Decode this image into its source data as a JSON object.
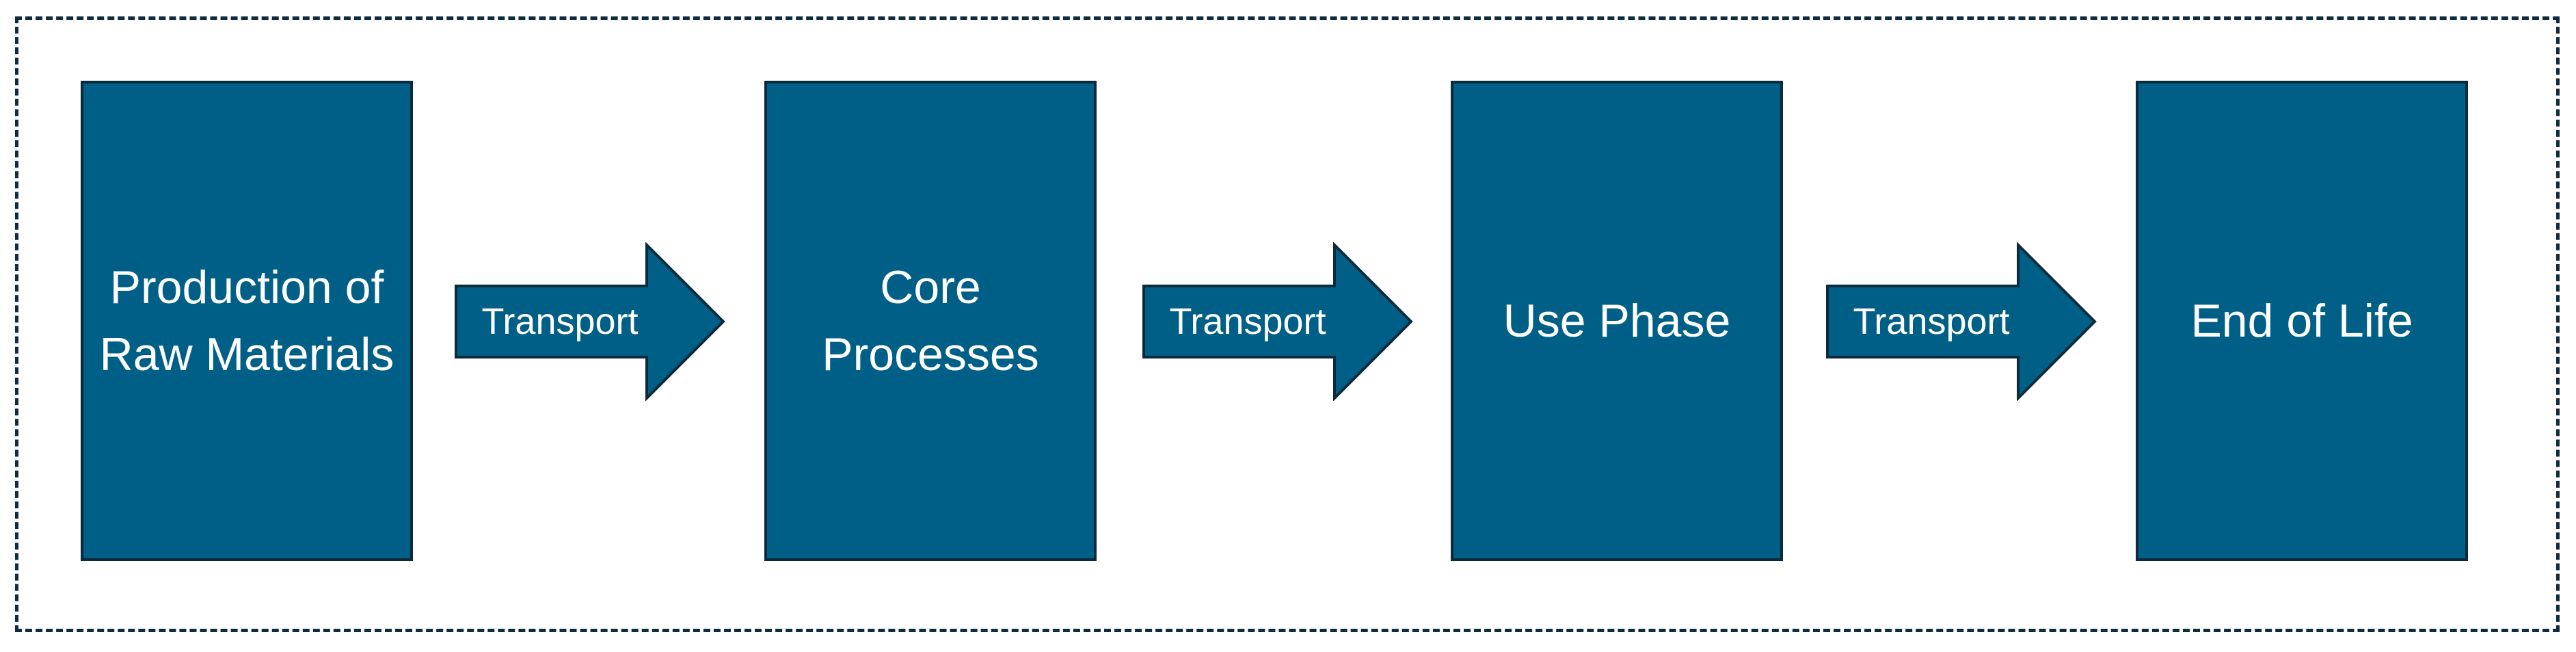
{
  "diagram": {
    "stages": [
      {
        "label": "Production of Raw Materials"
      },
      {
        "label": "Core Processes"
      },
      {
        "label": "Use Phase"
      },
      {
        "label": "End of Life"
      }
    ],
    "connectors": [
      {
        "label": "Transport"
      },
      {
        "label": "Transport"
      },
      {
        "label": "Transport"
      }
    ]
  },
  "colors": {
    "box_fill": "#005f86",
    "box_border": "#0b2b3c",
    "frame_border": "#0e2c3f",
    "text": "#ffffff"
  },
  "icons": {
    "connector": "right-arrow-icon"
  }
}
